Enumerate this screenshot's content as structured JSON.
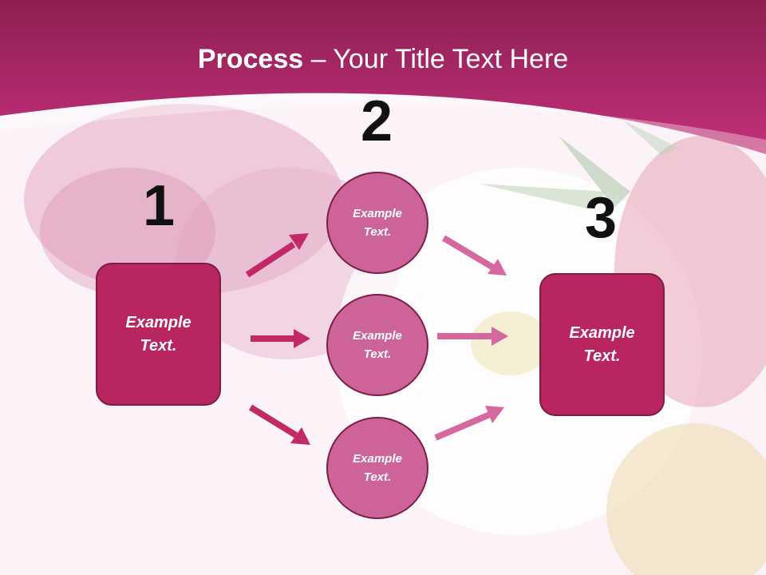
{
  "title": {
    "bold": "Process",
    "rest": " – Your Title Text Here"
  },
  "colors": {
    "header": "#b02862",
    "box_fill": "#b8255f",
    "circle_fill": "#cc6399",
    "outline": "#7c1d45",
    "arrow_dark": "#c22a66",
    "arrow_light": "#d668a0"
  },
  "steps": [
    {
      "number": "1",
      "line1": "Example",
      "line2": "Text."
    },
    {
      "number": "2",
      "nodes": [
        {
          "line1": "Example",
          "line2": "Text."
        },
        {
          "line1": "Example",
          "line2": "Text."
        },
        {
          "line1": "Example",
          "line2": "Text."
        }
      ]
    },
    {
      "number": "3",
      "line1": "Example",
      "line2": "Text."
    }
  ]
}
